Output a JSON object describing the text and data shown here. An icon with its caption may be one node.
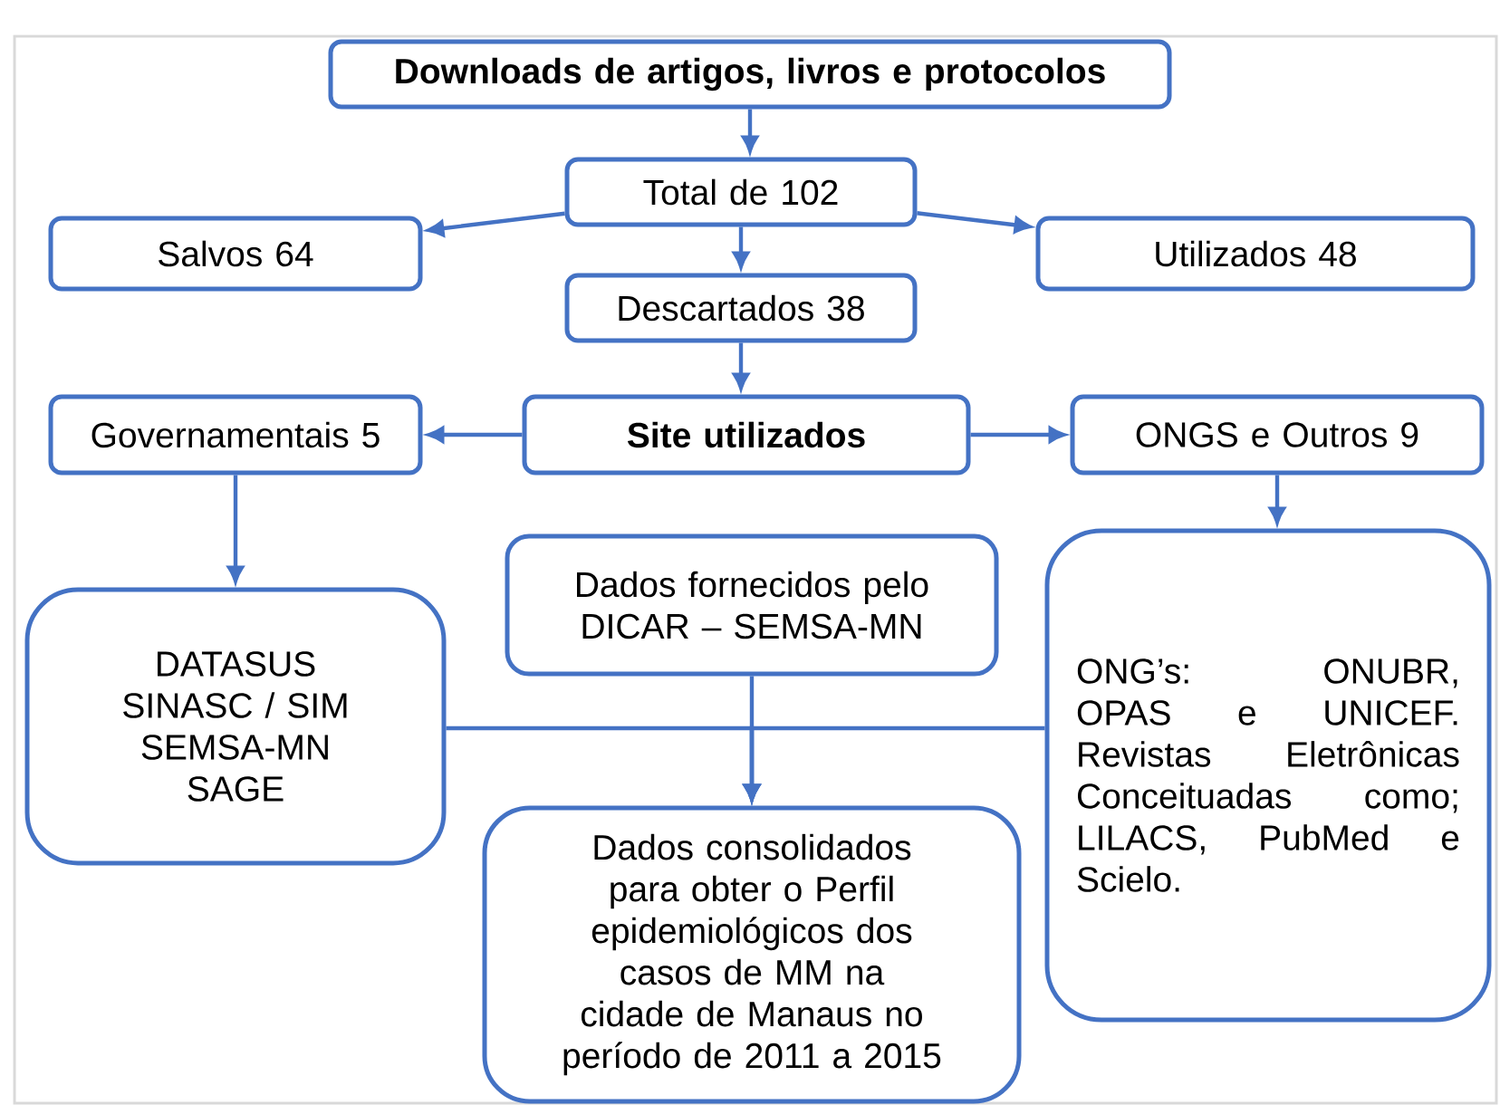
{
  "diagram": {
    "nodes": [
      {
        "text": [
          "Downloads de artigos, livros e protocolos"
        ]
      },
      {
        "text": [
          "Total de 102"
        ]
      },
      {
        "text": [
          "Salvos 64"
        ]
      },
      {
        "text": [
          "Utilizados 48"
        ]
      },
      {
        "text": [
          "Descartados 38"
        ]
      },
      {
        "text": [
          "Site utilizados"
        ]
      },
      {
        "text": [
          "Governamentais 5"
        ]
      },
      {
        "text": [
          "ONGS e Outros 9"
        ]
      },
      {
        "text": [
          "Dados fornecidos pelo DICAR – SEMSA-MN"
        ]
      },
      {
        "text": [
          "DATASUS SINASC / SIM SEMSA-MN SAGE"
        ]
      },
      {
        "text": [
          "ONG’s: ONUBR, OPAS e UNICEF. Revistas Eletrônicas Conceituadas como; LILACS, PubMed e Scielo."
        ]
      },
      {
        "text": [
          "Dados consolidados para obter o Perfil epidemiológicos dos casos de MM na cidade de Manaus no período de 2011 a 2015"
        ]
      }
    ],
    "edges": [
      {
        "from": 0,
        "to": 1,
        "arrow": "to"
      },
      {
        "from": 1,
        "to": 2,
        "arrow": "to"
      },
      {
        "from": 1,
        "to": 3,
        "arrow": "to"
      },
      {
        "from": 1,
        "to": 4,
        "arrow": "to"
      },
      {
        "from": 4,
        "to": 5,
        "arrow": "to"
      },
      {
        "from": 5,
        "to": 6,
        "arrow": "to"
      },
      {
        "from": 5,
        "to": 7,
        "arrow": "to"
      },
      {
        "from": 6,
        "to": 9,
        "arrow": "to"
      },
      {
        "from": 7,
        "to": 10,
        "arrow": "to"
      },
      {
        "from": 8,
        "to": 11,
        "arrow": "to"
      },
      {
        "from": 9,
        "to": 11,
        "arrow": "to"
      },
      {
        "from": 10,
        "to": 11,
        "arrow": "to"
      }
    ]
  }
}
